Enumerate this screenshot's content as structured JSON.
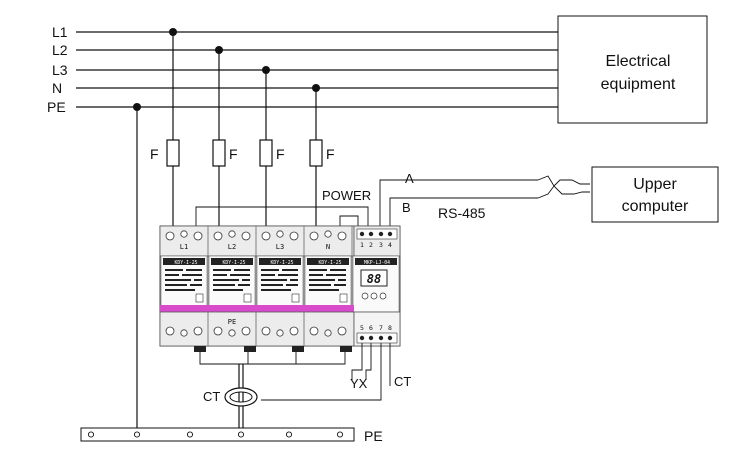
{
  "lines": {
    "l1": "L1",
    "l2": "L2",
    "l3": "L3",
    "n": "N",
    "pe": "PE"
  },
  "fuse_label": "F",
  "equipment": {
    "line1": "Electrical",
    "line2": "equipment"
  },
  "computer": {
    "line1": "Upper",
    "line2": "computer"
  },
  "comm": {
    "a": "A",
    "b": "B",
    "bus": "RS-485"
  },
  "power_label": "POWER",
  "module_top_labels": [
    "L1",
    "L2",
    "L3",
    "N"
  ],
  "module_model": "KDY-I-25",
  "monitor_model": "MKP-LJ-04",
  "monitor_display": "88",
  "terminals_top": [
    "1",
    "2",
    "3",
    "4"
  ],
  "terminals_bottom": [
    "5",
    "6",
    "7",
    "8"
  ],
  "module_bottom_label": "PE",
  "yx_label": "YX",
  "ct_right_label": "CT",
  "ct_coil_label": "CT",
  "busbar_label": "PE",
  "colors": {
    "stripe": "#d84ccc",
    "line": "#111111",
    "module_fill": "#f2f2f2"
  }
}
